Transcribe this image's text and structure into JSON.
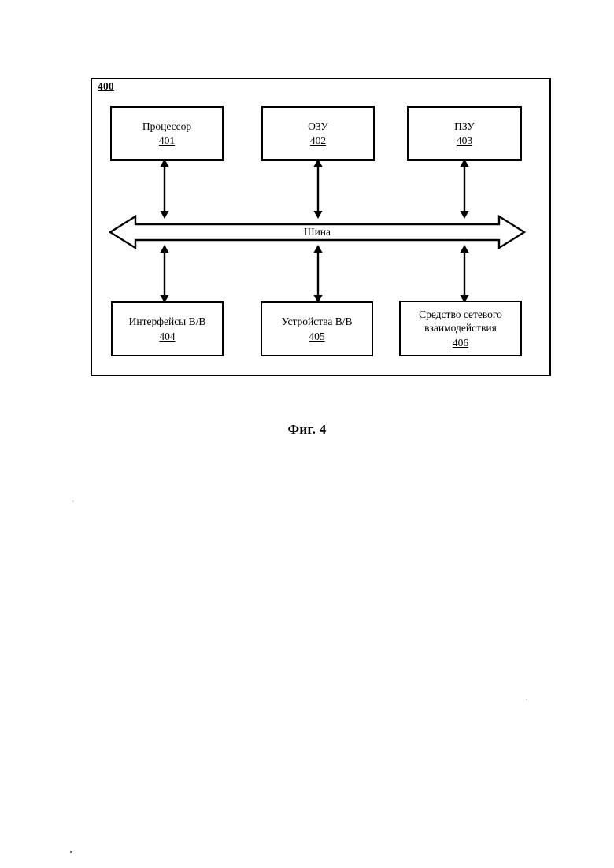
{
  "figure": {
    "caption": "Фиг. 4",
    "system_ref": "400"
  },
  "bus": {
    "label": "Шина",
    "type": "double-headed-horizontal-arrow"
  },
  "components": {
    "top_row": [
      {
        "name": "processor",
        "title": "Процессор",
        "ref": "401"
      },
      {
        "name": "ram",
        "title": "ОЗУ",
        "ref": "402"
      },
      {
        "name": "rom",
        "title": "ПЗУ",
        "ref": "403"
      }
    ],
    "bottom_row": [
      {
        "name": "io-interfaces",
        "title": "Интерфейсы В/В",
        "ref": "404"
      },
      {
        "name": "io-devices",
        "title": "Устройства В/В",
        "ref": "405"
      },
      {
        "name": "network",
        "title": "Средство сетевого\nвзаимодействия",
        "ref": "406"
      }
    ]
  },
  "connectors": [
    {
      "name": "processor-bus",
      "from": "401",
      "to": "bus",
      "style": "double-headed-vertical-arrow"
    },
    {
      "name": "ram-bus",
      "from": "402",
      "to": "bus",
      "style": "double-headed-vertical-arrow"
    },
    {
      "name": "rom-bus",
      "from": "403",
      "to": "bus",
      "style": "double-headed-vertical-arrow"
    },
    {
      "name": "bus-io-interfaces",
      "from": "bus",
      "to": "404",
      "style": "double-headed-vertical-arrow"
    },
    {
      "name": "bus-io-devices",
      "from": "bus",
      "to": "405",
      "style": "double-headed-vertical-arrow"
    },
    {
      "name": "bus-network",
      "from": "bus",
      "to": "406",
      "style": "double-headed-vertical-arrow"
    }
  ],
  "colors": {
    "stroke": "#000000",
    "background": "#ffffff"
  }
}
